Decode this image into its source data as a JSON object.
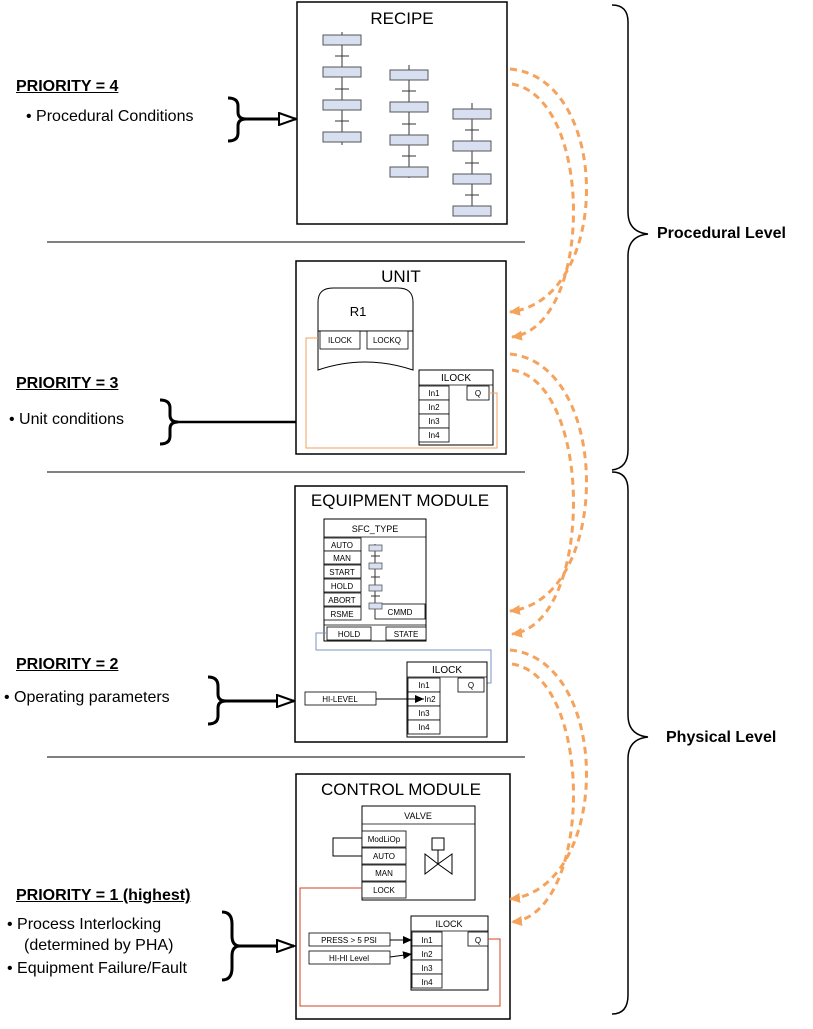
{
  "priorities": [
    {
      "title": "PRIORITY = 4",
      "items": [
        "Procedural Conditions"
      ]
    },
    {
      "title": "PRIORITY = 3",
      "items": [
        "Unit conditions"
      ]
    },
    {
      "title": "PRIORITY = 2",
      "items": [
        "Operating parameters"
      ]
    },
    {
      "title": "PRIORITY = 1 (highest)",
      "items": [
        "Process Interlocking",
        "(determined by PHA)",
        "Equipment Failure/Fault"
      ]
    }
  ],
  "levels": {
    "procedural": "Procedural Level",
    "physical": "Physical Level"
  },
  "recipe": {
    "title": "RECIPE"
  },
  "unit": {
    "title": "UNIT",
    "vessel": {
      "name": "R1",
      "ilock_input": "ILOCK",
      "lock_q": "LOCKQ"
    },
    "ilock": {
      "title": "ILOCK",
      "inputs": [
        "In1",
        "In2",
        "In3",
        "In4"
      ],
      "output": "Q"
    }
  },
  "equipment_module": {
    "title": "EQUIPMENT MODULE",
    "sfc": {
      "title": "SFC_TYPE",
      "inputs": [
        "AUTO",
        "MAN",
        "START",
        "HOLD",
        "ABORT",
        "RSME"
      ],
      "cmmd": "CMMD",
      "hold": "HOLD",
      "state": "STATE"
    },
    "hi_level": "HI-LEVEL",
    "ilock": {
      "title": "ILOCK",
      "inputs": [
        "In1",
        "In2",
        "In3",
        "In4"
      ],
      "output": "Q"
    }
  },
  "control_module": {
    "title": "CONTROL MODULE",
    "valve": {
      "title": "VALVE",
      "inputs": [
        "ModLiOp",
        "AUTO",
        "MAN",
        "LOCK"
      ]
    },
    "press": "PRESS > 5 PSI",
    "hihi": "HI-HI Level",
    "ilock": {
      "title": "ILOCK",
      "inputs": [
        "In1",
        "In2",
        "In3",
        "In4"
      ],
      "output": "Q"
    }
  },
  "colors": {
    "arrow": "#f5a35c",
    "wire_unit": "#f0a060",
    "wire_em": "#7a90c8",
    "wire_cm": "#d04020",
    "step_fill": "#d8dff0"
  }
}
